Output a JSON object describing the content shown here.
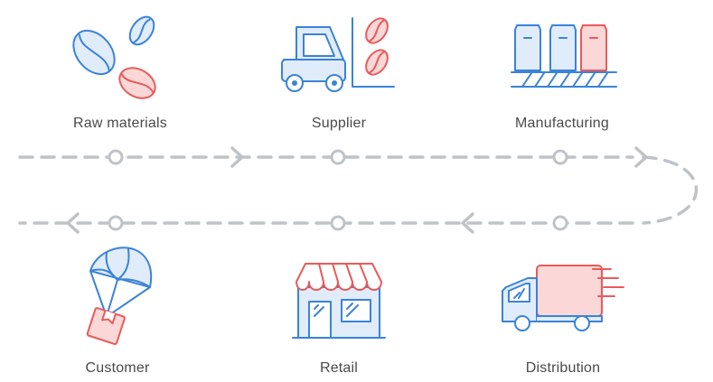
{
  "stages": [
    {
      "label": "Raw materials",
      "icon": "coffee-beans-icon"
    },
    {
      "label": "Supplier",
      "icon": "forklift-icon"
    },
    {
      "label": "Manufacturing",
      "icon": "conveyor-packages-icon"
    },
    {
      "label": "Distribution",
      "icon": "delivery-truck-icon"
    },
    {
      "label": "Retail",
      "icon": "storefront-icon"
    },
    {
      "label": "Customer",
      "icon": "parachute-package-icon"
    }
  ],
  "colors": {
    "line": "#bfc3c7",
    "accent": "#3a83d8",
    "accent_fill": "#e1ecfb",
    "red": "#ea5a5a",
    "red_fill": "#fbd7d7",
    "text": "#4a4a4a"
  }
}
